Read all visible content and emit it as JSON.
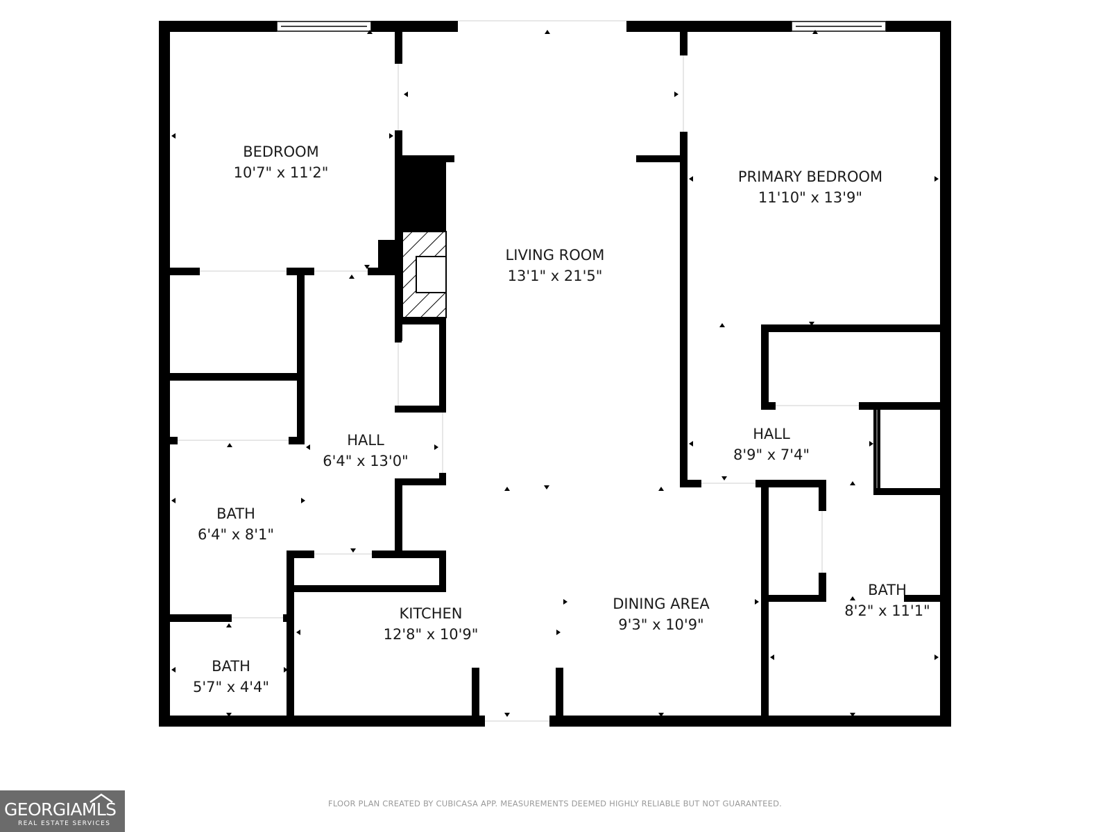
{
  "rooms": [
    {
      "id": "bedroom",
      "name": "BEDROOM",
      "dims": "10'7\" x 11'2\""
    },
    {
      "id": "living-room",
      "name": "LIVING ROOM",
      "dims": "13'1\" x 21'5\""
    },
    {
      "id": "primary-bedroom",
      "name": "PRIMARY BEDROOM",
      "dims": "11'10\" x 13'9\""
    },
    {
      "id": "hall-left",
      "name": "HALL",
      "dims": "6'4\" x 13'0\""
    },
    {
      "id": "hall-right",
      "name": "HALL",
      "dims": "8'9\" x 7'4\""
    },
    {
      "id": "bath-left",
      "name": "BATH",
      "dims": "6'4\" x 8'1\""
    },
    {
      "id": "bath-right",
      "name": "BATH",
      "dims": "8'2\" x 11'1\""
    },
    {
      "id": "kitchen",
      "name": "KITCHEN",
      "dims": "12'8\" x 10'9\""
    },
    {
      "id": "dining-area",
      "name": "DINING AREA",
      "dims": "9'3\" x 10'9\""
    },
    {
      "id": "bath-small",
      "name": "BATH",
      "dims": "5'7\" x 4'4\""
    }
  ],
  "footer": {
    "note": "FLOOR PLAN CREATED BY CUBICASA APP. MEASUREMENTS DEEMED HIGHLY RELIABLE BUT NOT GUARANTEED."
  },
  "logo": {
    "brand": "GEORGIAMLS",
    "tagline": "REAL ESTATE SERVICES"
  },
  "colors": {
    "wall": "#000000",
    "background": "#ffffff",
    "text": "#1a1a1a",
    "footer_text": "#9a9a9a",
    "logo_bg": "#6b6b6b"
  }
}
